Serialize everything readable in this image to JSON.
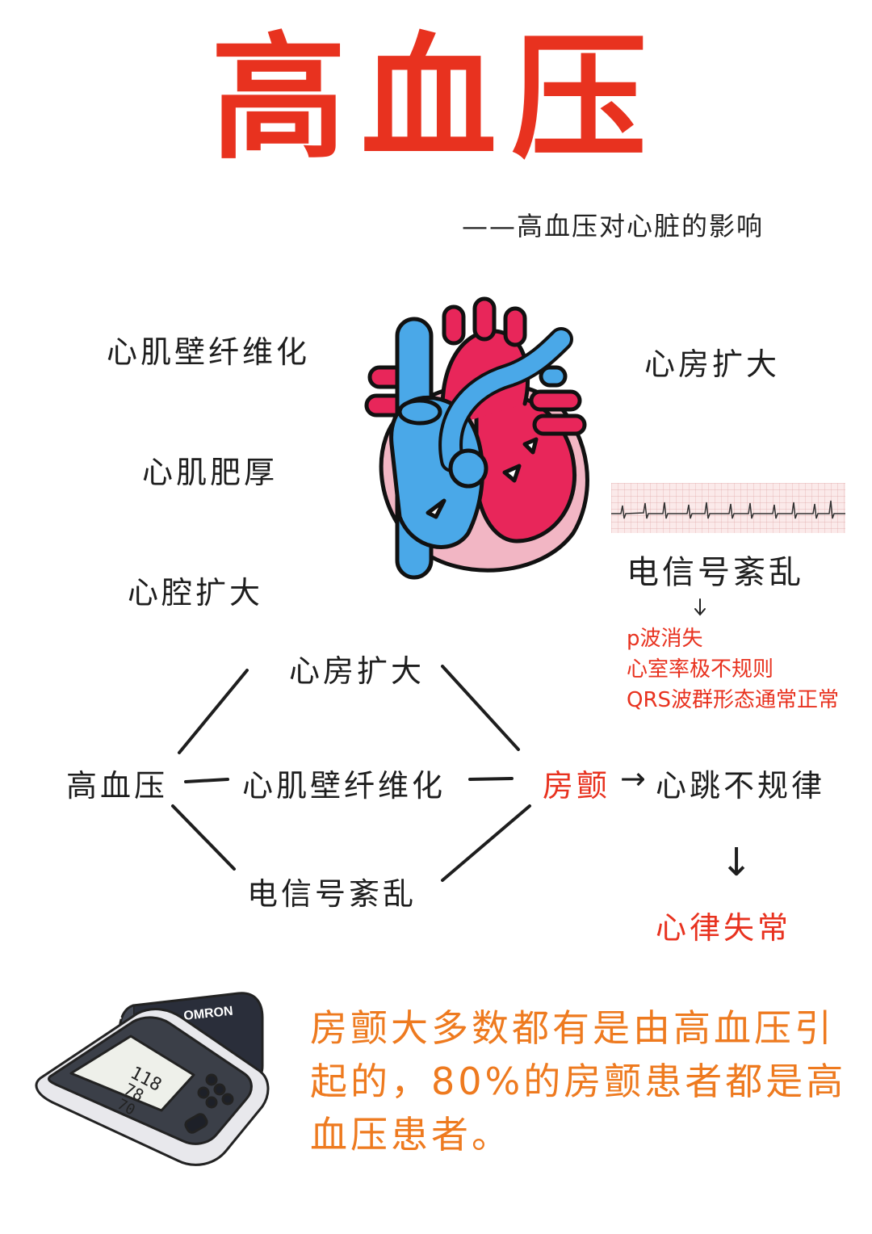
{
  "title": "高血压",
  "subtitle": "——高血压对心脏的影响",
  "heart_effects": {
    "left": [
      "心肌壁纤维化",
      "心肌肥厚",
      "心腔扩大"
    ],
    "right_top": "心房扩大",
    "ecg_label": "电信号紊乱",
    "ecg_notes": [
      "p波消失",
      "心室率极不规则",
      "QRS波群形态通常正常"
    ]
  },
  "flow": {
    "source": "高血压",
    "top": "心房扩大",
    "middle": "心肌壁纤维化",
    "bottom": "电信号紊乱",
    "result": "房颤",
    "arrow_glyph": "→",
    "consequence": "心跳不规律",
    "down_arrow_glyph": "↓",
    "final": "心律失常"
  },
  "device": {
    "brand_cuff": "OMRON",
    "brand_panel": "OMRON",
    "readings": [
      "118",
      "78",
      "70"
    ]
  },
  "summary": "房颤大多数都有是由高血压引起的，80%的房颤患者都是高血压患者。",
  "colors": {
    "red": "#e8321f",
    "orange": "#ee7a1f",
    "heart_blue": "#4aa8e8",
    "heart_red": "#e8265a",
    "heart_pink": "#f2b6c4"
  }
}
